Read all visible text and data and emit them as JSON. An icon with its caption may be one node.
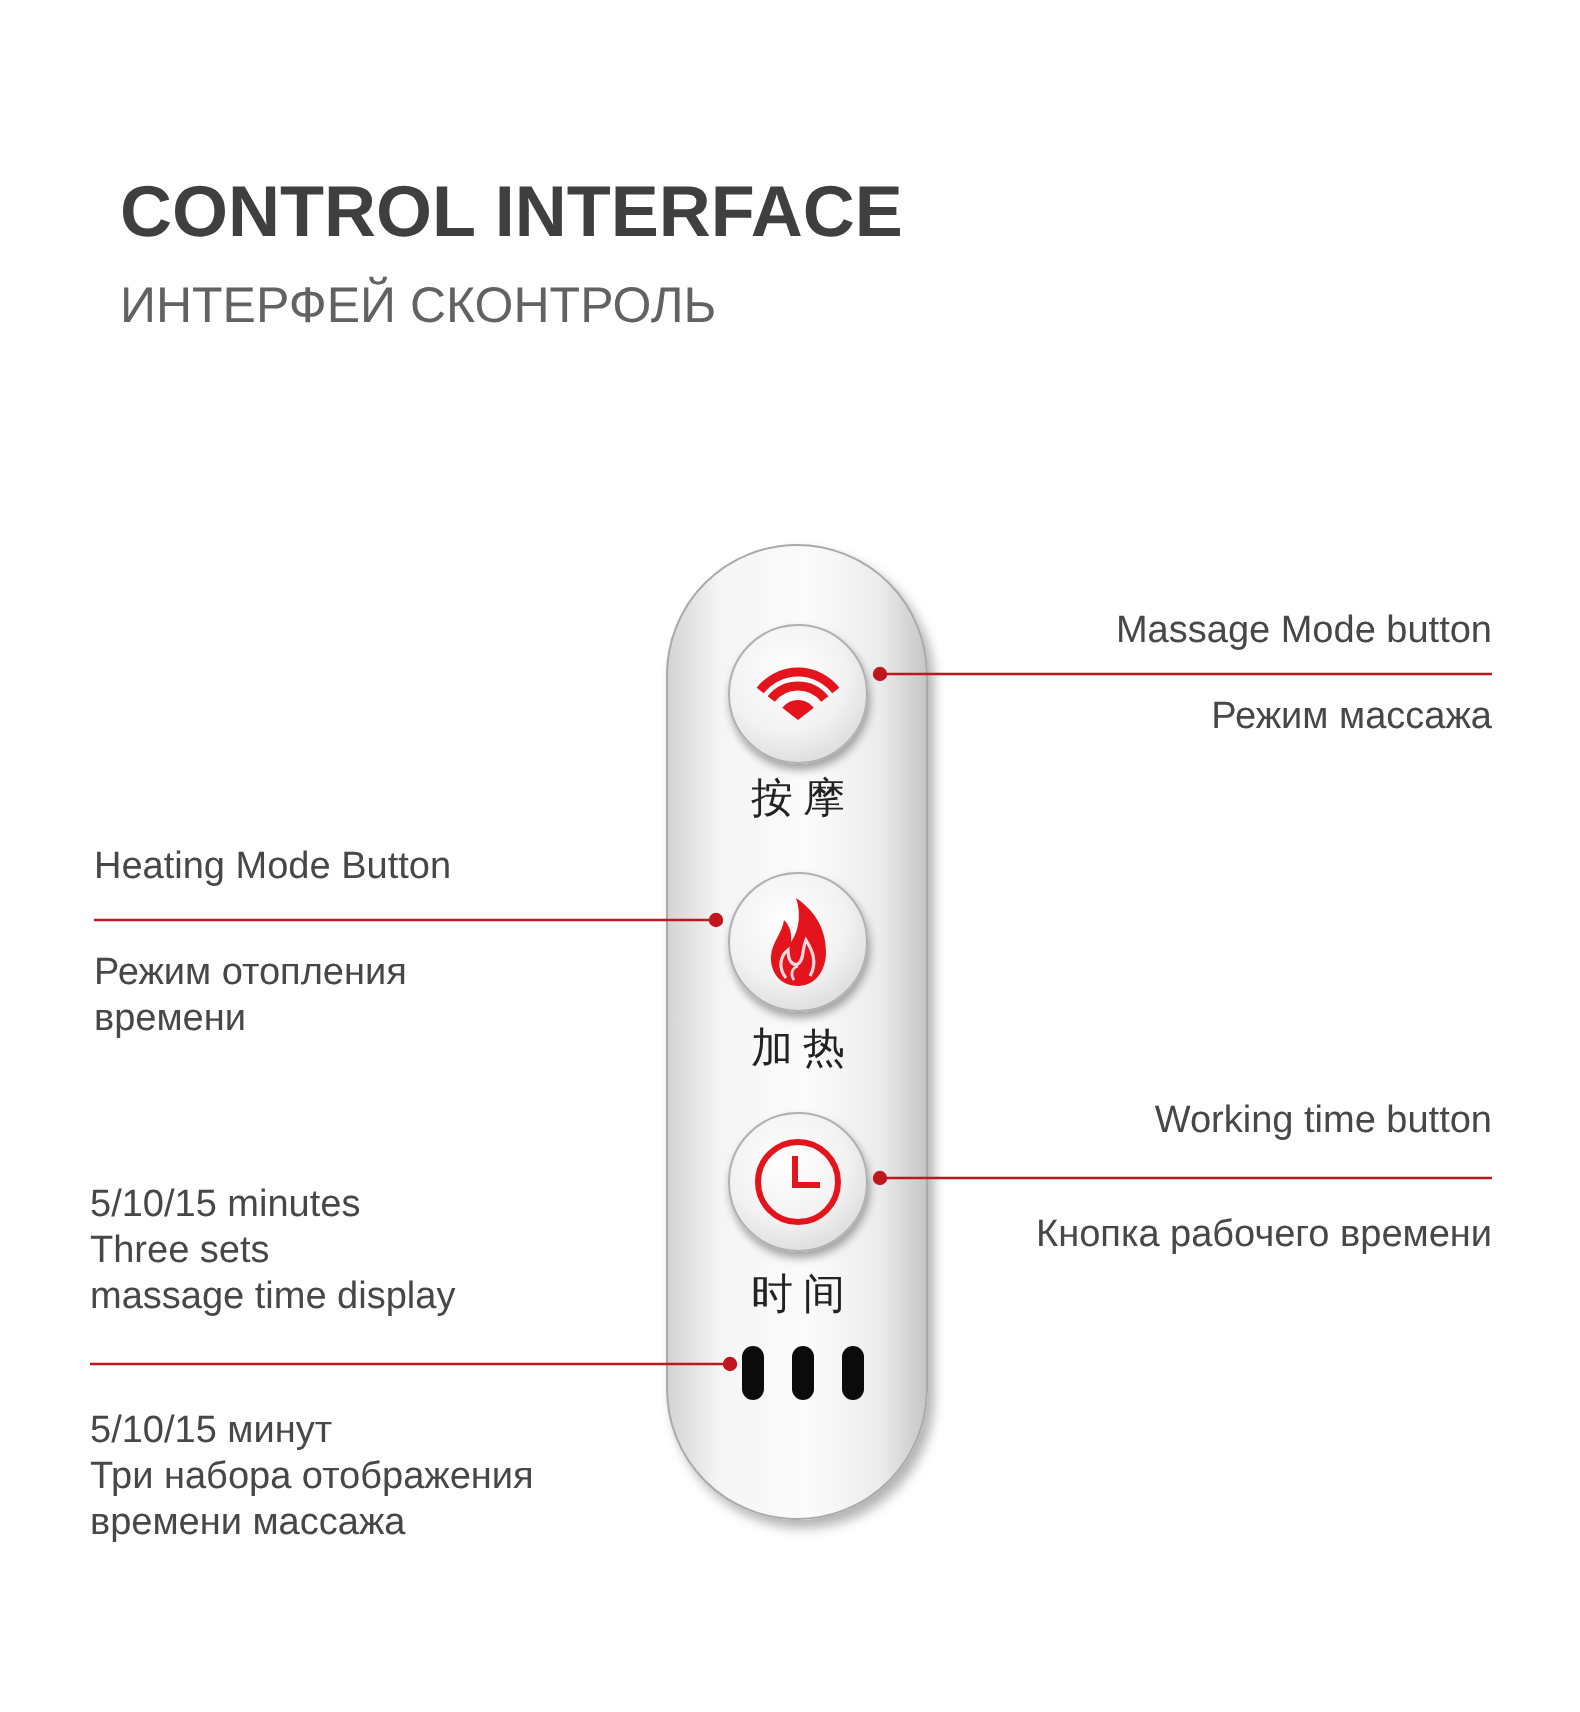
{
  "diagram": {
    "title": "CONTROL INTERFACE",
    "nodes": [
      {
        "text": [],
        "shape": "box"
      },
      {
        "text": [
          "按摩"
        ],
        "in": 0
      },
      {
        "text": [
          "加热"
        ],
        "in": 0
      },
      {
        "text": [
          "时间"
        ],
        "in": 0
      },
      {
        "text": [],
        "shape": "bar",
        "in": 0
      },
      {
        "text": [],
        "shape": "bar",
        "in": 0
      },
      {
        "text": [],
        "shape": "bar",
        "in": 0
      },
      {
        "text": [
          "Massage Mode button",
          "Режим массажа"
        ]
      },
      {
        "text": [
          "Heating Mode Button",
          "Режим отопления времени"
        ]
      },
      {
        "text": [
          "Working time button",
          "Кнопка рабочего времени"
        ]
      },
      {
        "text": [
          "5/10/15 minutes",
          "Three sets",
          "massage time display",
          "5/10/15 минут",
          "Три набора отображения времени массажа"
        ]
      }
    ],
    "edges": [
      {
        "from": 7,
        "to": 1,
        "arrow": "other"
      },
      {
        "from": 8,
        "to": 2,
        "arrow": "other"
      },
      {
        "from": 9,
        "to": 3,
        "arrow": "other"
      },
      {
        "from": 10,
        "to": 4,
        "arrow": "other"
      }
    ],
    "labels": [
      "ИНТЕРФЕЙ СКОНТРОЛЬ"
    ]
  }
}
